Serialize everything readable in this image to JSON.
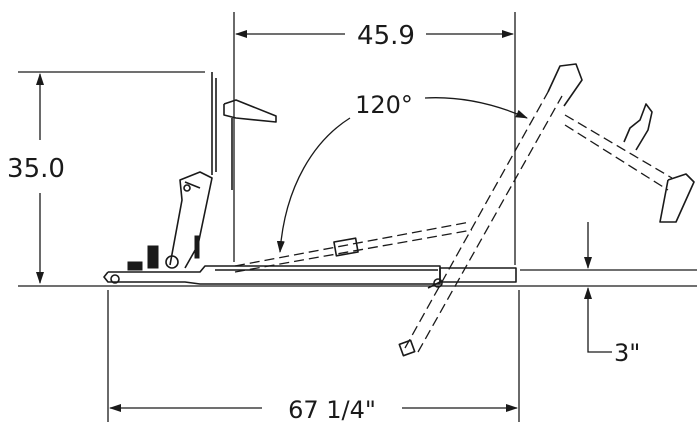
{
  "dimensions": {
    "top_width": "45.9",
    "height": "35.0",
    "bottom_width": "67 1/4\"",
    "ground_clearance": "3\"",
    "tilt_angle": "120°"
  },
  "colors": {
    "line": "#1a1a1a",
    "background": "#ffffff"
  }
}
